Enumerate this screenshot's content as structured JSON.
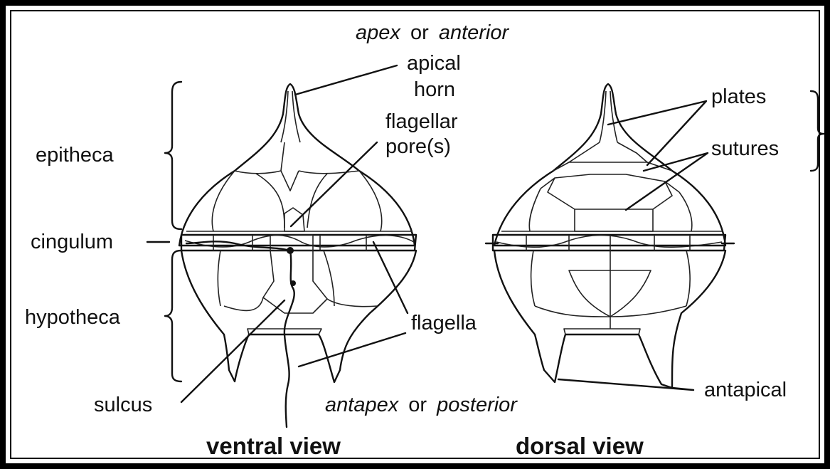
{
  "labels": {
    "top_caption_apex": "apex",
    "top_caption_or": "or",
    "top_caption_anterior": "anterior",
    "apical_horn": [
      "apical",
      "horn"
    ],
    "flagellar_pore": [
      "flagellar",
      "pore(s)"
    ],
    "epitheca": "epitheca",
    "cingulum": "cingulum",
    "hypotheca": "hypotheca",
    "flagella": "flagella",
    "sulcus": "sulcus",
    "bottom_caption_antapex": "antapex",
    "bottom_caption_or": "or",
    "bottom_caption_posterior": "posterior",
    "plates": "plates",
    "sutures": "sutures",
    "antapical": "antapical"
  },
  "titles": {
    "ventral": "ventral view",
    "dorsal": "dorsal view"
  },
  "colors": {
    "line": "#111111",
    "fill_sulcus": "#ececec",
    "frame": "#000000"
  }
}
